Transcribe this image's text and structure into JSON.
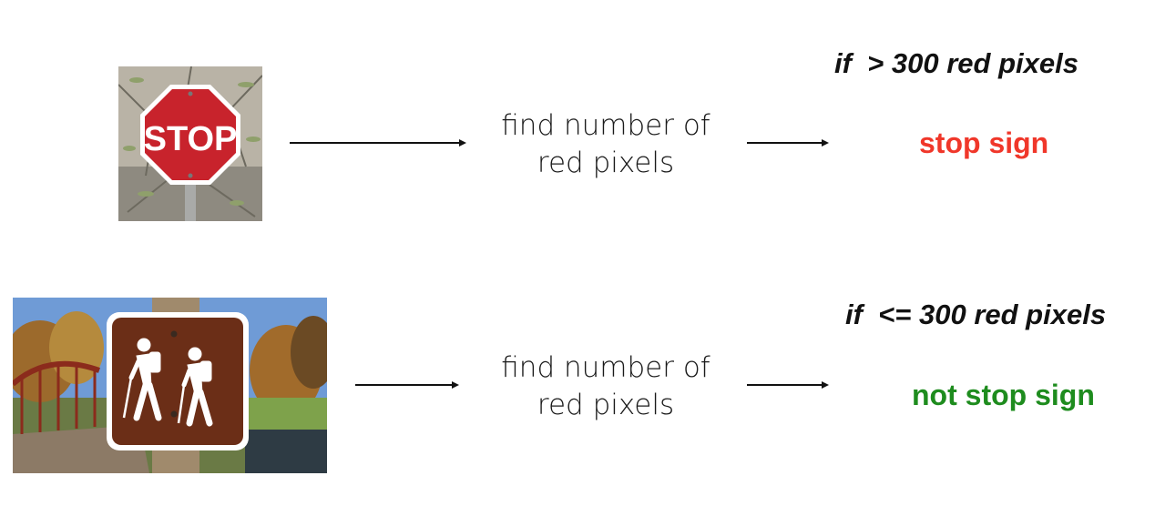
{
  "rows": [
    {
      "image": {
        "sign_text": "STOP",
        "sign_color": "#c8232c"
      },
      "process": {
        "line1": "find number of",
        "line2": "red pixels"
      },
      "condition": "if  > 300 red pixels",
      "result": {
        "label": "stop sign",
        "color": "#f0372a"
      }
    },
    {
      "image": {
        "sign_color": "#6b2e17"
      },
      "process": {
        "line1": "find number of",
        "line2": "red pixels"
      },
      "condition": "if  <= 300 red pixels",
      "result": {
        "label": "not stop sign",
        "color": "#1e8c1e"
      }
    }
  ],
  "colors": {
    "arrow": "#111111",
    "background": "#ffffff"
  }
}
